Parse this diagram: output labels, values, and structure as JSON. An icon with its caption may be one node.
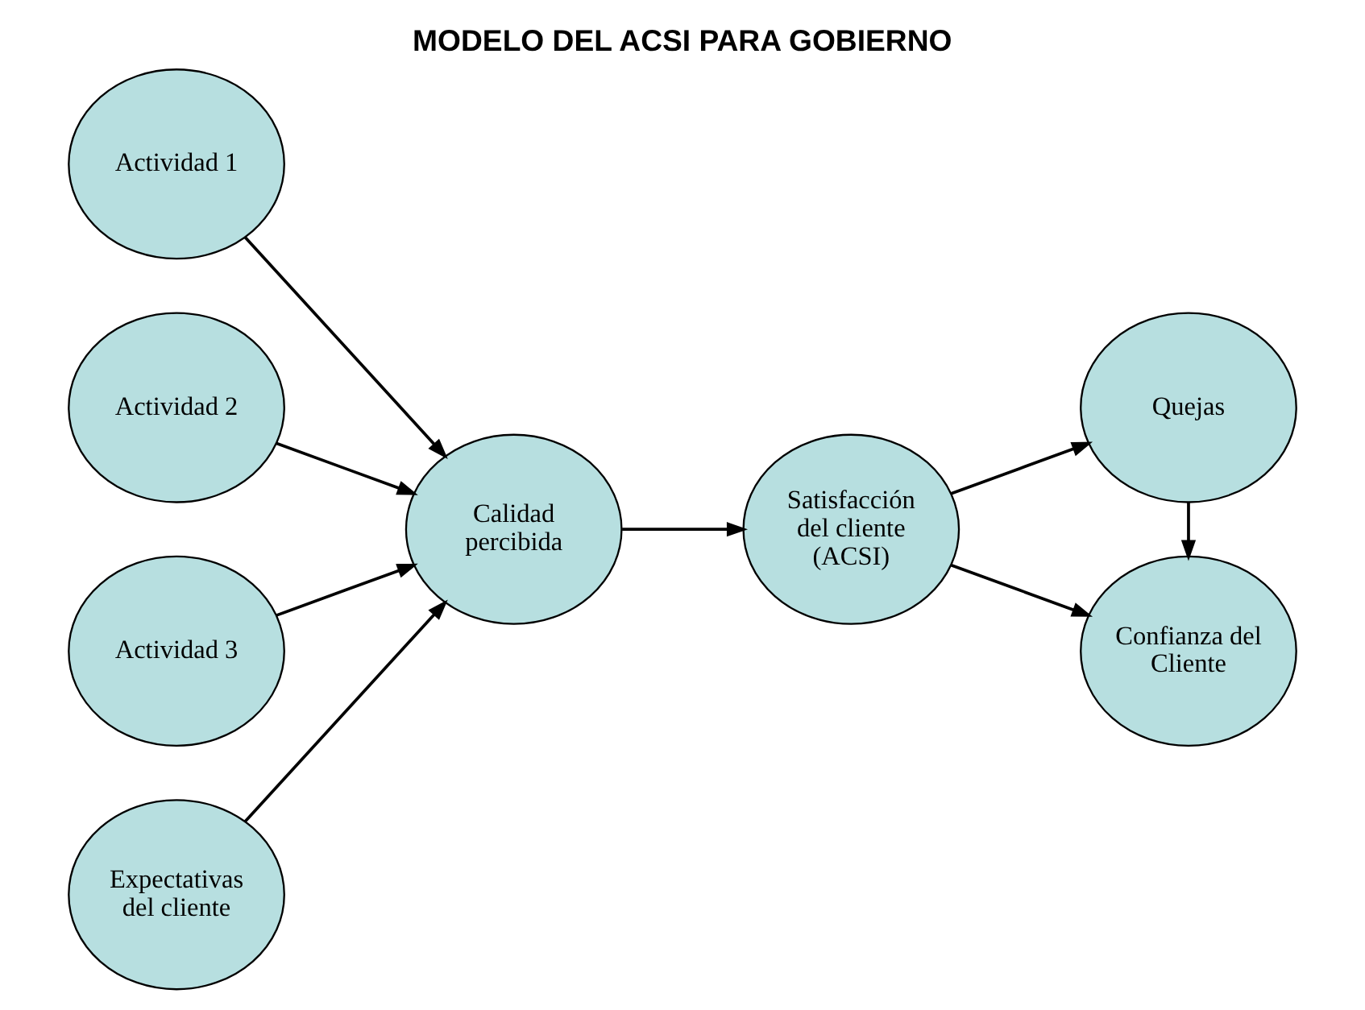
{
  "diagram": {
    "title": "MODELO DEL ACSI PARA GOBIERNO",
    "nodes": [
      {
        "text": [
          "Actividad 1"
        ]
      },
      {
        "text": [
          "Actividad 2"
        ]
      },
      {
        "text": [
          "Actividad 3"
        ]
      },
      {
        "text": [
          "Calidad percibida"
        ]
      },
      {
        "text": [
          "Expectativas del cliente"
        ]
      },
      {
        "text": [
          "Satisfacción del cliente (ACSI)"
        ]
      },
      {
        "text": [
          "Quejas"
        ]
      },
      {
        "text": [
          "Confianza del Cliente"
        ]
      }
    ],
    "edges": [
      {
        "from": 0,
        "to": 3,
        "arrow": "to"
      },
      {
        "from": 1,
        "to": 3,
        "arrow": "to"
      },
      {
        "from": 2,
        "to": 3,
        "arrow": "to"
      },
      {
        "from": 4,
        "to": 3,
        "arrow": "to"
      },
      {
        "from": 3,
        "to": 5,
        "arrow": "to"
      },
      {
        "from": 5,
        "to": 6,
        "arrow": "to"
      },
      {
        "from": 5,
        "to": 7,
        "arrow": "to"
      },
      {
        "from": 6,
        "to": 7,
        "arrow": "to"
      }
    ]
  }
}
